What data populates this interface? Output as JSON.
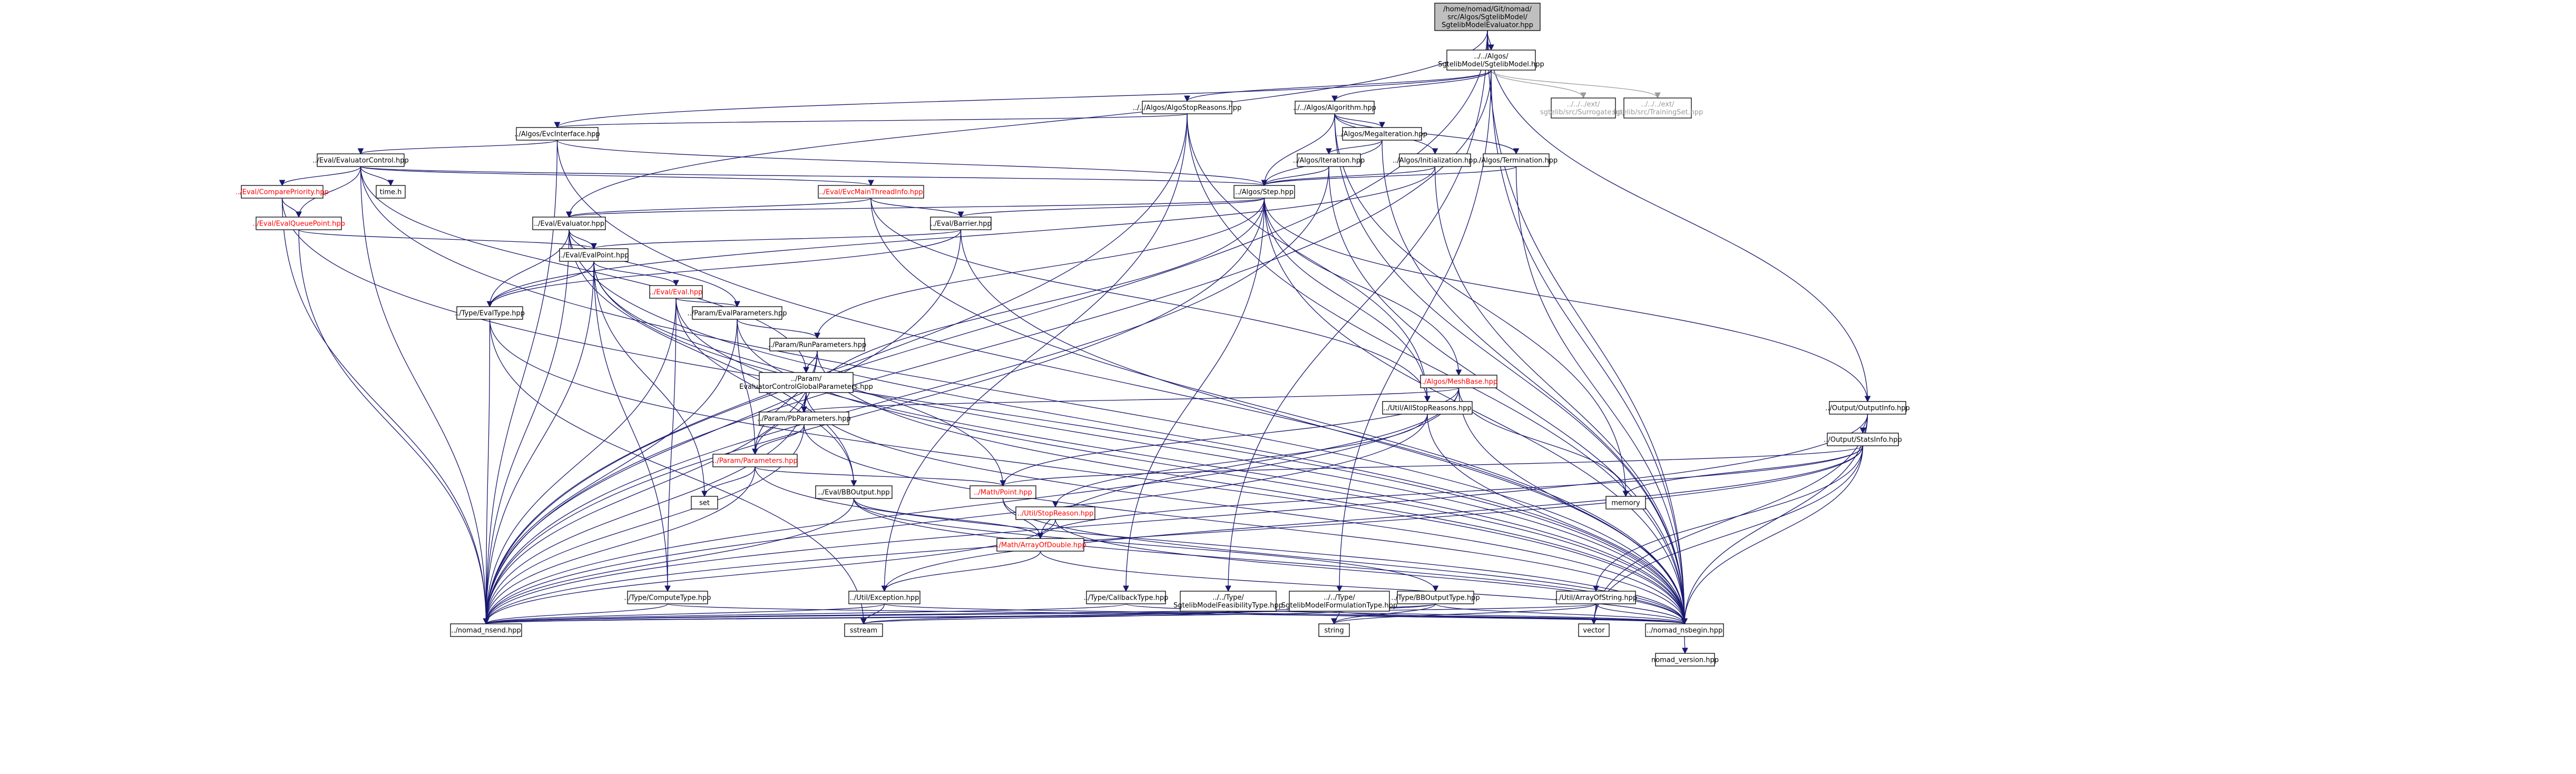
{
  "diagram": {
    "type": "include-dependency-graph",
    "colors": {
      "edge": "#191970",
      "root_fill": "#bfbfbf",
      "node_fill": "#ffffff",
      "label_normal": "#000000",
      "label_truncated": "#ff0000",
      "label_external": "#9a9a9a"
    },
    "nodes": [
      {
        "id": "root",
        "label": "/home/nomad/Git/nomad/src/Algos/SgtelibModel/SgtelibModelEvaluator.hpp",
        "style": "root"
      },
      {
        "id": "sgtelibmodel",
        "label": "../../Algos/SgtelibModel/SgtelibModel.hpp",
        "style": "normal"
      },
      {
        "id": "algostopreasons",
        "label": "../../Algos/AlgoStopReasons.hpp",
        "style": "normal"
      },
      {
        "id": "algorithm",
        "label": "../../Algos/Algorithm.hpp",
        "style": "normal"
      },
      {
        "id": "surrogate",
        "label": "../../../ext/sgtelib/src/Surrogate.hpp",
        "style": "grey"
      },
      {
        "id": "trainingset",
        "label": "../../../ext/sgtelib/src/TrainingSet.hpp",
        "style": "grey"
      },
      {
        "id": "evcinterface",
        "label": "../Algos/EvcInterface.hpp",
        "style": "normal"
      },
      {
        "id": "megaiteration",
        "label": "../Algos/MegaIteration.hpp",
        "style": "normal"
      },
      {
        "id": "evaluatorcontrol",
        "label": "../Eval/EvaluatorControl.hpp",
        "style": "normal"
      },
      {
        "id": "iteration",
        "label": "../Algos/Iteration.hpp",
        "style": "normal"
      },
      {
        "id": "initialization",
        "label": "../Algos/Initialization.hpp",
        "style": "normal"
      },
      {
        "id": "termination",
        "label": "../Algos/Termination.hpp",
        "style": "normal"
      },
      {
        "id": "compareprio",
        "label": "../Eval/ComparePriority.hpp",
        "style": "red"
      },
      {
        "id": "timeh",
        "label": "time.h",
        "style": "normal"
      },
      {
        "id": "evcmainthread",
        "label": "../Eval/EvcMainThreadInfo.hpp",
        "style": "red"
      },
      {
        "id": "step",
        "label": "../Algos/Step.hpp",
        "style": "normal"
      },
      {
        "id": "evalqueuepoint",
        "label": "../Eval/EvalQueuePoint.hpp",
        "style": "red"
      },
      {
        "id": "evaluator",
        "label": "../Eval/Evaluator.hpp",
        "style": "normal"
      },
      {
        "id": "barrier",
        "label": "../Eval/Barrier.hpp",
        "style": "normal"
      },
      {
        "id": "evalpoint",
        "label": "../Eval/EvalPoint.hpp",
        "style": "normal"
      },
      {
        "id": "eval",
        "label": "../Eval/Eval.hpp",
        "style": "red"
      },
      {
        "id": "evaltype",
        "label": "../Type/EvalType.hpp",
        "style": "normal"
      },
      {
        "id": "evalparams",
        "label": "../Param/EvalParameters.hpp",
        "style": "normal"
      },
      {
        "id": "runparams",
        "label": "../Param/RunParameters.hpp",
        "style": "normal"
      },
      {
        "id": "evalcontrolglobal",
        "label": "../Param/EvaluatorControlGlobalParameters.hpp",
        "style": "normal"
      },
      {
        "id": "pbparams",
        "label": "../Param/PbParameters.hpp",
        "style": "normal"
      },
      {
        "id": "meshbase",
        "label": "../Algos/MeshBase.hpp",
        "style": "red"
      },
      {
        "id": "allstopreasons",
        "label": "../Util/AllStopReasons.hpp",
        "style": "normal"
      },
      {
        "id": "outputinfo",
        "label": "../Output/OutputInfo.hpp",
        "style": "normal"
      },
      {
        "id": "statsinfo",
        "label": "../Output/StatsInfo.hpp",
        "style": "normal"
      },
      {
        "id": "parameters",
        "label": "../Param/Parameters.hpp",
        "style": "red"
      },
      {
        "id": "bboutput",
        "label": "../Eval/BBOutput.hpp",
        "style": "normal"
      },
      {
        "id": "point",
        "label": "../Math/Point.hpp",
        "style": "red"
      },
      {
        "id": "memory",
        "label": "memory",
        "style": "normal"
      },
      {
        "id": "set",
        "label": "set",
        "style": "normal"
      },
      {
        "id": "stopreason",
        "label": "../Util/StopReason.hpp",
        "style": "red"
      },
      {
        "id": "arrayofdouble",
        "label": "../Math/ArrayOfDouble.hpp",
        "style": "red"
      },
      {
        "id": "computetype",
        "label": "../Type/ComputeType.hpp",
        "style": "normal"
      },
      {
        "id": "exception",
        "label": "../Util/Exception.hpp",
        "style": "normal"
      },
      {
        "id": "callbacktype",
        "label": "../Type/CallbackType.hpp",
        "style": "normal"
      },
      {
        "id": "feasibilitytype",
        "label": "../../Type/SgtelibModelFeasibilityType.hpp",
        "style": "normal"
      },
      {
        "id": "formulationtype",
        "label": "../../Type/SgtelibModelFormulationType.hpp",
        "style": "normal"
      },
      {
        "id": "bboutputtype",
        "label": "../Type/BBOutputType.hpp",
        "style": "normal"
      },
      {
        "id": "arrayofstring",
        "label": "../Util/ArrayOfString.hpp",
        "style": "normal"
      },
      {
        "id": "nomadnsend",
        "label": "../nomad_nsend.hpp",
        "style": "normal"
      },
      {
        "id": "sstream",
        "label": "sstream",
        "style": "normal"
      },
      {
        "id": "string",
        "label": "string",
        "style": "normal"
      },
      {
        "id": "vector",
        "label": "vector",
        "style": "normal"
      },
      {
        "id": "nomadnsbegin",
        "label": "../nomad_nsbegin.hpp",
        "style": "normal"
      },
      {
        "id": "nomadversion",
        "label": "nomad_version.hpp",
        "style": "normal"
      }
    ],
    "edges": [
      [
        "root",
        "sgtelibmodel"
      ],
      [
        "root",
        "evaluator"
      ],
      [
        "root",
        "nomadnsend"
      ],
      [
        "root",
        "nomadnsbegin"
      ],
      [
        "root",
        "outputinfo"
      ],
      [
        "root",
        "feasibilitytype"
      ],
      [
        "sgtelibmodel",
        "algostopreasons"
      ],
      [
        "sgtelibmodel",
        "algorithm"
      ],
      [
        "sgtelibmodel",
        "surrogate"
      ],
      [
        "sgtelibmodel",
        "trainingset"
      ],
      [
        "sgtelibmodel",
        "nomadnsend"
      ],
      [
        "sgtelibmodel",
        "nomadnsbegin"
      ],
      [
        "sgtelibmodel",
        "formulationtype"
      ],
      [
        "sgtelibmodel",
        "evcinterface"
      ],
      [
        "algostopreasons",
        "allstopreasons"
      ],
      [
        "algostopreasons",
        "nomadnsend"
      ],
      [
        "algostopreasons",
        "nomadnsbegin"
      ],
      [
        "algostopreasons",
        "exception"
      ],
      [
        "algostopreasons",
        "evcinterface"
      ],
      [
        "algorithm",
        "megaiteration"
      ],
      [
        "algorithm",
        "initialization"
      ],
      [
        "algorithm",
        "termination"
      ],
      [
        "algorithm",
        "step"
      ],
      [
        "algorithm",
        "nomadnsbegin"
      ],
      [
        "algorithm",
        "memory"
      ],
      [
        "evcinterface",
        "evaluatorcontrol"
      ],
      [
        "evcinterface",
        "step"
      ],
      [
        "evcinterface",
        "nomadnsend"
      ],
      [
        "evcinterface",
        "nomadnsbegin"
      ],
      [
        "megaiteration",
        "iteration"
      ],
      [
        "megaiteration",
        "step"
      ],
      [
        "megaiteration",
        "nomadnsbegin"
      ],
      [
        "iteration",
        "step"
      ],
      [
        "iteration",
        "nomadnsend"
      ],
      [
        "iteration",
        "nomadnsbegin"
      ],
      [
        "initialization",
        "step"
      ],
      [
        "initialization",
        "nomadnsbegin"
      ],
      [
        "initialization",
        "evaltype"
      ],
      [
        "termination",
        "step"
      ],
      [
        "termination",
        "nomadnsbegin"
      ],
      [
        "evaluatorcontrol",
        "compareprio"
      ],
      [
        "evaluatorcontrol",
        "evcmainthread"
      ],
      [
        "evaluatorcontrol",
        "timeh"
      ],
      [
        "evaluatorcontrol",
        "step"
      ],
      [
        "evaluatorcontrol",
        "evalqueuepoint"
      ],
      [
        "evaluatorcontrol",
        "evalcontrolglobal"
      ],
      [
        "evaluatorcontrol",
        "nomadnsend"
      ],
      [
        "evaluatorcontrol",
        "nomadnsbegin"
      ],
      [
        "compareprio",
        "evalqueuepoint"
      ],
      [
        "compareprio",
        "nomadnsend"
      ],
      [
        "compareprio",
        "nomadnsbegin"
      ],
      [
        "evcmainthread",
        "barrier"
      ],
      [
        "evcmainthread",
        "evaluator"
      ],
      [
        "evcmainthread",
        "allstopreasons"
      ],
      [
        "evcmainthread",
        "nomadnsbegin"
      ],
      [
        "evalqueuepoint",
        "evalpoint"
      ],
      [
        "evalqueuepoint",
        "nomadnsend"
      ],
      [
        "step",
        "barrier"
      ],
      [
        "step",
        "evaluator"
      ],
      [
        "step",
        "meshbase"
      ],
      [
        "step",
        "runparams"
      ],
      [
        "step",
        "pbparams"
      ],
      [
        "step",
        "allstopreasons"
      ],
      [
        "step",
        "outputinfo"
      ],
      [
        "step",
        "nomadnsend"
      ],
      [
        "step",
        "nomadnsbegin"
      ],
      [
        "step",
        "callbacktype"
      ],
      [
        "evaluator",
        "evalpoint"
      ],
      [
        "evaluator",
        "evaltype"
      ],
      [
        "evaluator",
        "bboutput"
      ],
      [
        "evaluator",
        "nomadnsend"
      ],
      [
        "evaluator",
        "nomadnsbegin"
      ],
      [
        "evaluator",
        "evalparams"
      ],
      [
        "barrier",
        "evalpoint"
      ],
      [
        "barrier",
        "evaltype"
      ],
      [
        "barrier",
        "nomadnsend"
      ],
      [
        "barrier",
        "nomadnsbegin"
      ],
      [
        "evalpoint",
        "eval"
      ],
      [
        "evalpoint",
        "evaltype"
      ],
      [
        "evalpoint",
        "point"
      ],
      [
        "evalpoint",
        "computetype"
      ],
      [
        "evalpoint",
        "set"
      ],
      [
        "evalpoint",
        "nomadnsend"
      ],
      [
        "evalpoint",
        "nomadnsbegin"
      ],
      [
        "eval",
        "evalparams"
      ],
      [
        "eval",
        "bboutput"
      ],
      [
        "eval",
        "computetype"
      ],
      [
        "eval",
        "nomadnsend"
      ],
      [
        "eval",
        "nomadnsbegin"
      ],
      [
        "evaltype",
        "nomadnsend"
      ],
      [
        "evaltype",
        "nomadnsbegin"
      ],
      [
        "evaltype",
        "sstream"
      ],
      [
        "evalparams",
        "runparams"
      ],
      [
        "evalparams",
        "parameters"
      ],
      [
        "evalparams",
        "nomadnsend"
      ],
      [
        "evalparams",
        "nomadnsbegin"
      ],
      [
        "runparams",
        "evalcontrolglobal"
      ],
      [
        "runparams",
        "pbparams"
      ],
      [
        "runparams",
        "parameters"
      ],
      [
        "runparams",
        "nomadnsend"
      ],
      [
        "runparams",
        "nomadnsbegin"
      ],
      [
        "evalcontrolglobal",
        "pbparams"
      ],
      [
        "evalcontrolglobal",
        "parameters"
      ],
      [
        "evalcontrolglobal",
        "nomadnsend"
      ],
      [
        "evalcontrolglobal",
        "nomadnsbegin"
      ],
      [
        "pbparams",
        "parameters"
      ],
      [
        "pbparams",
        "nomadnsend"
      ],
      [
        "pbparams",
        "nomadnsbegin"
      ],
      [
        "meshbase",
        "pbparams"
      ],
      [
        "meshbase",
        "point"
      ],
      [
        "meshbase",
        "arrayofdouble"
      ],
      [
        "meshbase",
        "memory"
      ],
      [
        "meshbase",
        "nomadnsend"
      ],
      [
        "meshbase",
        "nomadnsbegin"
      ],
      [
        "allstopreasons",
        "stopreason"
      ],
      [
        "allstopreasons",
        "nomadnsend"
      ],
      [
        "allstopreasons",
        "nomadnsbegin"
      ],
      [
        "outputinfo",
        "statsinfo"
      ],
      [
        "outputinfo",
        "vector"
      ],
      [
        "outputinfo",
        "nomadnsend"
      ],
      [
        "outputinfo",
        "nomadnsbegin"
      ],
      [
        "statsinfo",
        "point"
      ],
      [
        "statsinfo",
        "arrayofdouble"
      ],
      [
        "statsinfo",
        "arrayofstring"
      ],
      [
        "statsinfo",
        "memory"
      ],
      [
        "statsinfo",
        "vector"
      ],
      [
        "statsinfo",
        "nomadnsend"
      ],
      [
        "statsinfo",
        "nomadnsbegin"
      ],
      [
        "statsinfo",
        "exception"
      ],
      [
        "parameters",
        "set"
      ],
      [
        "parameters",
        "point"
      ],
      [
        "parameters",
        "nomadnsend"
      ],
      [
        "parameters",
        "nomadnsbegin"
      ],
      [
        "bboutput",
        "arrayofdouble"
      ],
      [
        "bboutput",
        "bboutputtype"
      ],
      [
        "bboutput",
        "nomadnsend"
      ],
      [
        "bboutput",
        "nomadnsbegin"
      ],
      [
        "point",
        "arrayofdouble"
      ],
      [
        "point",
        "nomadnsbegin"
      ],
      [
        "arrayofdouble",
        "exception"
      ],
      [
        "arrayofdouble",
        "nomadnsbegin"
      ],
      [
        "stopreason",
        "nomadnsend"
      ],
      [
        "stopreason",
        "nomadnsbegin"
      ],
      [
        "computetype",
        "nomadnsend"
      ],
      [
        "computetype",
        "nomadnsbegin"
      ],
      [
        "exception",
        "sstream"
      ],
      [
        "exception",
        "nomadnsend"
      ],
      [
        "exception",
        "nomadnsbegin"
      ],
      [
        "callbacktype",
        "nomadnsend"
      ],
      [
        "callbacktype",
        "nomadnsbegin"
      ],
      [
        "feasibilitytype",
        "nomadnsend"
      ],
      [
        "feasibilitytype",
        "nomadnsbegin"
      ],
      [
        "feasibilitytype",
        "sstream"
      ],
      [
        "formulationtype",
        "nomadnsend"
      ],
      [
        "formulationtype",
        "nomadnsbegin"
      ],
      [
        "formulationtype",
        "string"
      ],
      [
        "bboutputtype",
        "nomadnsend"
      ],
      [
        "bboutputtype",
        "nomadnsbegin"
      ],
      [
        "bboutputtype",
        "string"
      ],
      [
        "bboutputtype",
        "sstream"
      ],
      [
        "arrayofstring",
        "vector"
      ],
      [
        "arrayofstring",
        "string"
      ],
      [
        "arrayofstring",
        "nomadnsbegin"
      ],
      [
        "arrayofstring",
        "nomadnsend"
      ],
      [
        "nomadnsbegin",
        "nomadversion"
      ]
    ]
  }
}
